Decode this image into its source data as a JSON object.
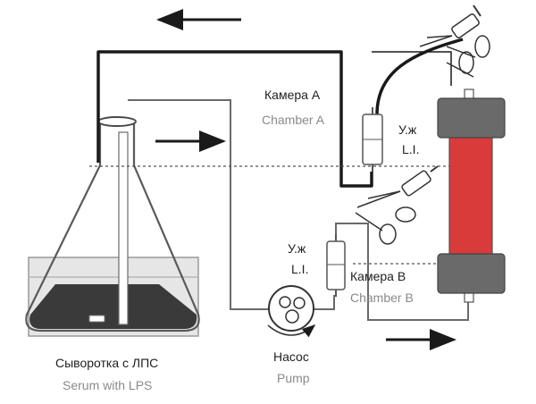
{
  "labels": {
    "chamber_a_ru": "Камера А",
    "chamber_a_en": "Chamber A",
    "li_top_ru": "У.ж",
    "li_top_en": "L.I.",
    "li_mid_ru": "У.ж",
    "li_mid_en": "L.I.",
    "chamber_b_ru": "Камера В",
    "chamber_b_en": "Chamber B",
    "serum_ru": "Сыворотка с ЛПС",
    "serum_en": "Serum with LPS",
    "pump_ru": "Насос",
    "pump_en": "Pump"
  },
  "colors": {
    "column_fill": "#d93b3b",
    "column_caps": "#6a6a6a",
    "bath_water": "#e6e6e6",
    "serum_liquid": "#3a3a3a",
    "tubing": "#1a1a1a"
  }
}
